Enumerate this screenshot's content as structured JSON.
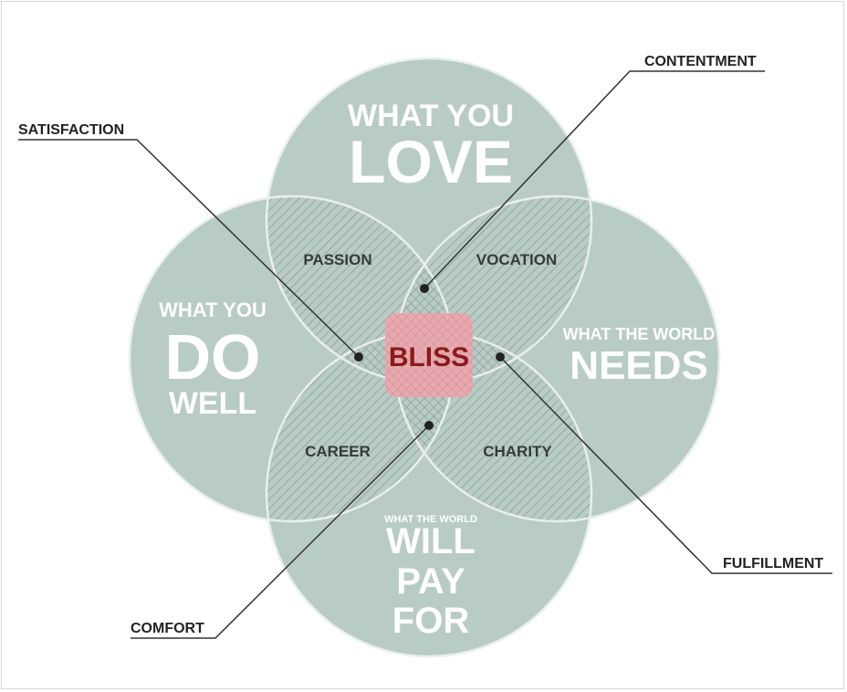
{
  "circles": {
    "top": {
      "line1": "WHAT YOU",
      "line2": "LOVE"
    },
    "left": {
      "line1": "WHAT YOU",
      "line2": "DO",
      "line3": "WELL"
    },
    "right": {
      "line1": "WHAT THE WORLD",
      "line2": "NEEDS"
    },
    "bottom": {
      "line1": "WHAT THE WORLD",
      "line2": "WILL",
      "line3": "PAY",
      "line4": "FOR"
    }
  },
  "overlaps": {
    "passion": "PASSION",
    "vocation": "VOCATION",
    "career": "CAREER",
    "charity": "CHARITY",
    "center": "BLISS"
  },
  "callouts": {
    "contentment": "CONTENTMENT",
    "satisfaction": "SATISFACTION",
    "fulfillment": "FULFILLMENT",
    "comfort": "COMFORT"
  },
  "colors": {
    "circle_fill": "#b9cbc5",
    "hatch": "#8fa59d",
    "center_fill": "#e4a4aa",
    "center_text": "#8b1a1a",
    "leader": "#333333"
  }
}
